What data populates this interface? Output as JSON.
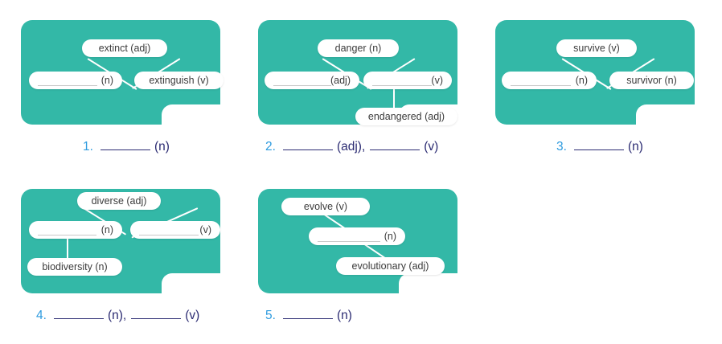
{
  "theme": {
    "card_color": "#33b8a7",
    "pill_color": "#ffffff",
    "number_color": "#2e9bdf",
    "answer_text_color": "#2b2b72",
    "blank_line_color": "#c9c9c9"
  },
  "cards": [
    {
      "id": 1,
      "pills": [
        {
          "name": "root-word",
          "text": "extinct  (adj)",
          "blank": false
        },
        {
          "name": "blank-noun",
          "text": "(n)",
          "blank": true
        },
        {
          "name": "word-extinguish",
          "text": "extinguish (v)",
          "blank": false
        }
      ]
    },
    {
      "id": 2,
      "pills": [
        {
          "name": "root-word",
          "text": "danger  (n)",
          "blank": false
        },
        {
          "name": "blank-adjective",
          "text": "(adj)",
          "blank": true
        },
        {
          "name": "blank-verb",
          "text": "(v)",
          "blank": true
        },
        {
          "name": "word-endangered",
          "text": "endangered (adj)",
          "blank": false
        }
      ]
    },
    {
      "id": 3,
      "pills": [
        {
          "name": "root-word",
          "text": "survive  (v)",
          "blank": false
        },
        {
          "name": "blank-noun",
          "text": "(n)",
          "blank": true
        },
        {
          "name": "word-survivor",
          "text": "survivor (n)",
          "blank": false
        }
      ]
    },
    {
      "id": 4,
      "pills": [
        {
          "name": "root-word",
          "text": "diverse (adj)",
          "blank": false
        },
        {
          "name": "blank-noun",
          "text": "(n)",
          "blank": true
        },
        {
          "name": "blank-verb",
          "text": "(v)",
          "blank": true
        },
        {
          "name": "word-biodiversity",
          "text": "biodiversity (n)",
          "blank": false
        }
      ]
    },
    {
      "id": 5,
      "pills": [
        {
          "name": "root-word",
          "text": "evolve (v)",
          "blank": false
        },
        {
          "name": "blank-noun",
          "text": "(n)",
          "blank": true
        },
        {
          "name": "word-evolutionary",
          "text": "evolutionary (adj)",
          "blank": false
        }
      ]
    }
  ],
  "answers": [
    {
      "number": "1.",
      "parts": [
        {
          "pos": "(n)",
          "trailing": ""
        }
      ]
    },
    {
      "number": "2.",
      "parts": [
        {
          "pos": "(adj),",
          "trailing": ""
        },
        {
          "pos": "(v)",
          "trailing": ""
        }
      ]
    },
    {
      "number": "3.",
      "parts": [
        {
          "pos": "(n)",
          "trailing": ""
        }
      ]
    },
    {
      "number": "4.",
      "parts": [
        {
          "pos": "(n),",
          "trailing": ""
        },
        {
          "pos": "(v)",
          "trailing": ""
        }
      ]
    },
    {
      "number": "5.",
      "parts": [
        {
          "pos": "(n)",
          "trailing": ""
        }
      ]
    }
  ]
}
